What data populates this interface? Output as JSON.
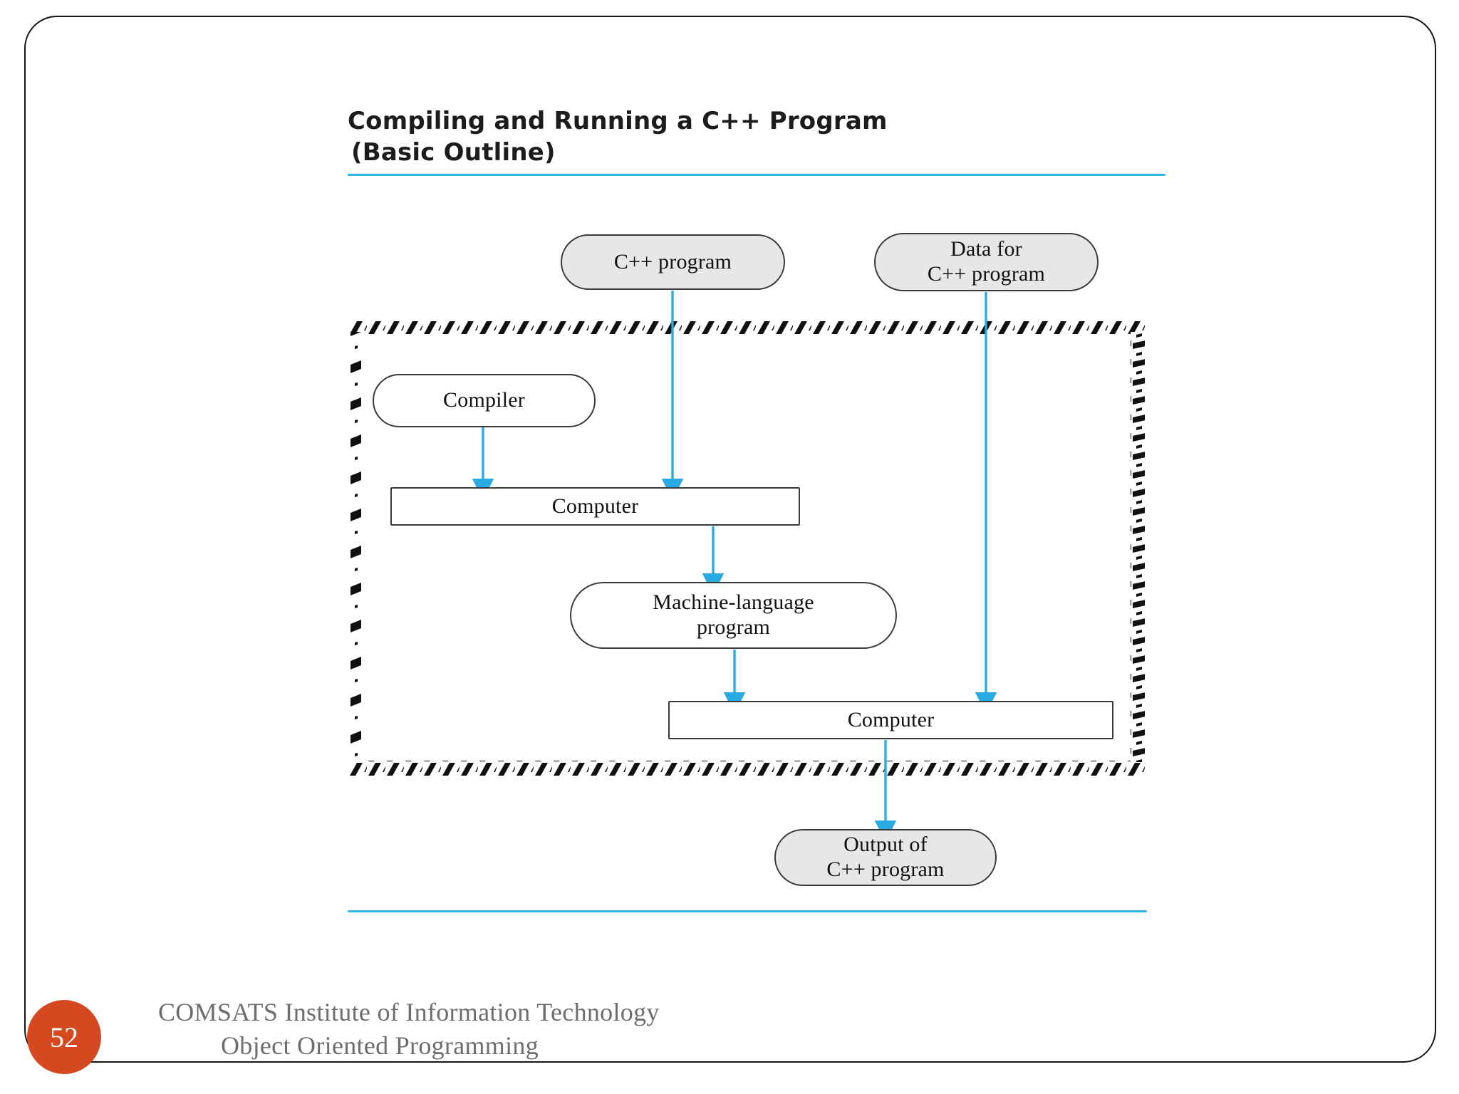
{
  "slide": {
    "page_number": "52",
    "title_line_1": "Compiling and Running a C++ Program",
    "title_line_2": "(Basic Outline)",
    "accent_rule_color": "#2fb4ea",
    "badge_color": "#d4491f",
    "arrow_color": "#29abe2",
    "node_fill_grey": "#e7e7e7",
    "node_fill_white": "#ffffff",
    "node_border_color": "#3a3a3a"
  },
  "footer": {
    "line_1": "COMSATS Institute of Information Technology",
    "line_2": "Object Oriented Programming"
  },
  "diagram": {
    "type": "flowchart",
    "title": "Compiling and Running a C++ Program (Basic Outline)",
    "nodes": [
      {
        "id": "cpp-program",
        "label": "C++ program",
        "shape": "stadium",
        "fill": "grey"
      },
      {
        "id": "data-for-cpp",
        "label_line_1": "Data for",
        "label_line_2": "C++ program",
        "shape": "stadium",
        "fill": "grey"
      },
      {
        "id": "compiler",
        "label": "Compiler",
        "shape": "stadium",
        "fill": "white"
      },
      {
        "id": "computer-1",
        "label": "Computer",
        "shape": "rectangle",
        "fill": "white"
      },
      {
        "id": "machine-lang",
        "label_line_1": "Machine-language",
        "label_line_2": "program",
        "shape": "stadium",
        "fill": "white"
      },
      {
        "id": "computer-2",
        "label": "Computer",
        "shape": "rectangle",
        "fill": "white"
      },
      {
        "id": "output",
        "label_line_1": "Output of",
        "label_line_2": "C++ program",
        "shape": "stadium",
        "fill": "grey"
      }
    ],
    "edges": [
      {
        "from": "cpp-program",
        "to": "computer-1"
      },
      {
        "from": "compiler",
        "to": "computer-1"
      },
      {
        "from": "computer-1",
        "to": "machine-lang"
      },
      {
        "from": "machine-lang",
        "to": "computer-2"
      },
      {
        "from": "data-for-cpp",
        "to": "computer-2"
      },
      {
        "from": "computer-2",
        "to": "output"
      }
    ],
    "enclosure": {
      "style": "hatched-border",
      "contains": [
        "compiler",
        "computer-1",
        "machine-lang",
        "computer-2"
      ]
    }
  }
}
